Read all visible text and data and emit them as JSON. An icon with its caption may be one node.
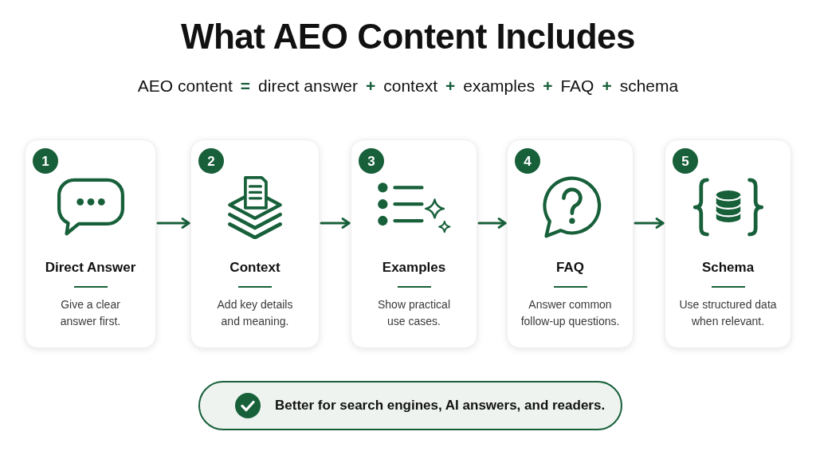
{
  "diagram": {
    "title": "What AEO Content Includes",
    "nodes": [
      {
        "text": [
          "Direct Answer",
          "Give a clear answer first."
        ]
      },
      {
        "text": [
          "1"
        ],
        "in": 0
      },
      {
        "text": [
          "Context",
          "Add key details and meaning."
        ]
      },
      {
        "text": [
          "2"
        ],
        "in": 2
      },
      {
        "text": [
          "Examples",
          "Show practical use cases."
        ]
      },
      {
        "text": [
          "3"
        ],
        "in": 4
      },
      {
        "text": [
          "FAQ",
          "Answer common follow-up questions."
        ]
      },
      {
        "text": [
          "4"
        ],
        "in": 6
      },
      {
        "text": [
          "Schema",
          "Use structured data when relevant."
        ]
      },
      {
        "text": [
          "5"
        ],
        "in": 8
      },
      {
        "text": [
          "Better for search engines, AI answers, and readers."
        ]
      }
    ],
    "edges": [
      {
        "from": 0,
        "to": 2,
        "arrow": "to"
      },
      {
        "from": 2,
        "to": 4,
        "arrow": "to"
      },
      {
        "from": 4,
        "to": 6,
        "arrow": "to"
      },
      {
        "from": 6,
        "to": 8,
        "arrow": "to"
      }
    ],
    "labels": [
      "AEO content",
      "=",
      "direct answer",
      "+",
      "context",
      "+",
      "examples",
      "+",
      "FAQ",
      "+",
      "schema"
    ]
  }
}
